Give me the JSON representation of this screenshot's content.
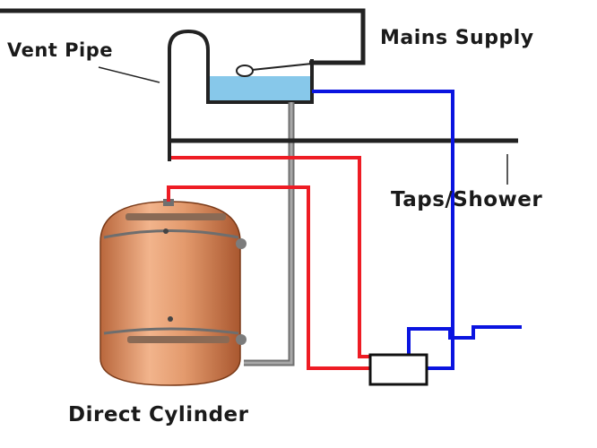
{
  "labels": {
    "vent_pipe": "Vent Pipe",
    "mains_supply": "Mains Supply",
    "taps_shower": "Taps/Shower",
    "direct_cylinder": "Direct Cylinder"
  },
  "colors": {
    "hot_pipe": "#ee1c24",
    "cold_pipe": "#0a14e0",
    "gray_pipe": "#777777",
    "cylinder": "#d9875a",
    "tank_water": "#87c8ea"
  }
}
